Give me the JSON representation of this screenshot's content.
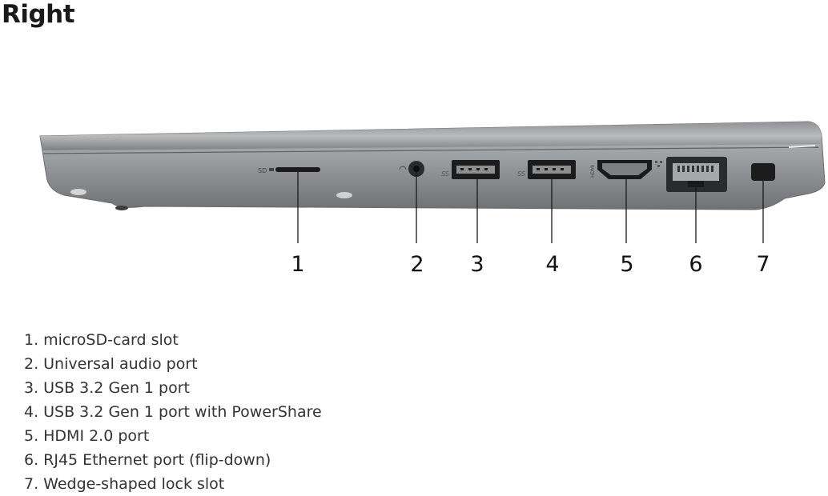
{
  "heading": "Right",
  "port_glyphs": {
    "sd": "SD",
    "usb_ss": "SS",
    "hdmi": "HDMI"
  },
  "callouts": [
    {
      "num": "1"
    },
    {
      "num": "2"
    },
    {
      "num": "3"
    },
    {
      "num": "4"
    },
    {
      "num": "5"
    },
    {
      "num": "6"
    },
    {
      "num": "7"
    }
  ],
  "ports": [
    {
      "num": "1.",
      "label": "microSD-card slot"
    },
    {
      "num": "2.",
      "label": "Universal audio port"
    },
    {
      "num": "3.",
      "label": "USB 3.2 Gen 1 port"
    },
    {
      "num": "4.",
      "label": "USB 3.2 Gen 1 port with PowerShare"
    },
    {
      "num": "5.",
      "label": "HDMI 2.0 port"
    },
    {
      "num": "6.",
      "label": "RJ45 Ethernet port (flip-down)"
    },
    {
      "num": "7.",
      "label": "Wedge-shaped lock slot"
    }
  ]
}
